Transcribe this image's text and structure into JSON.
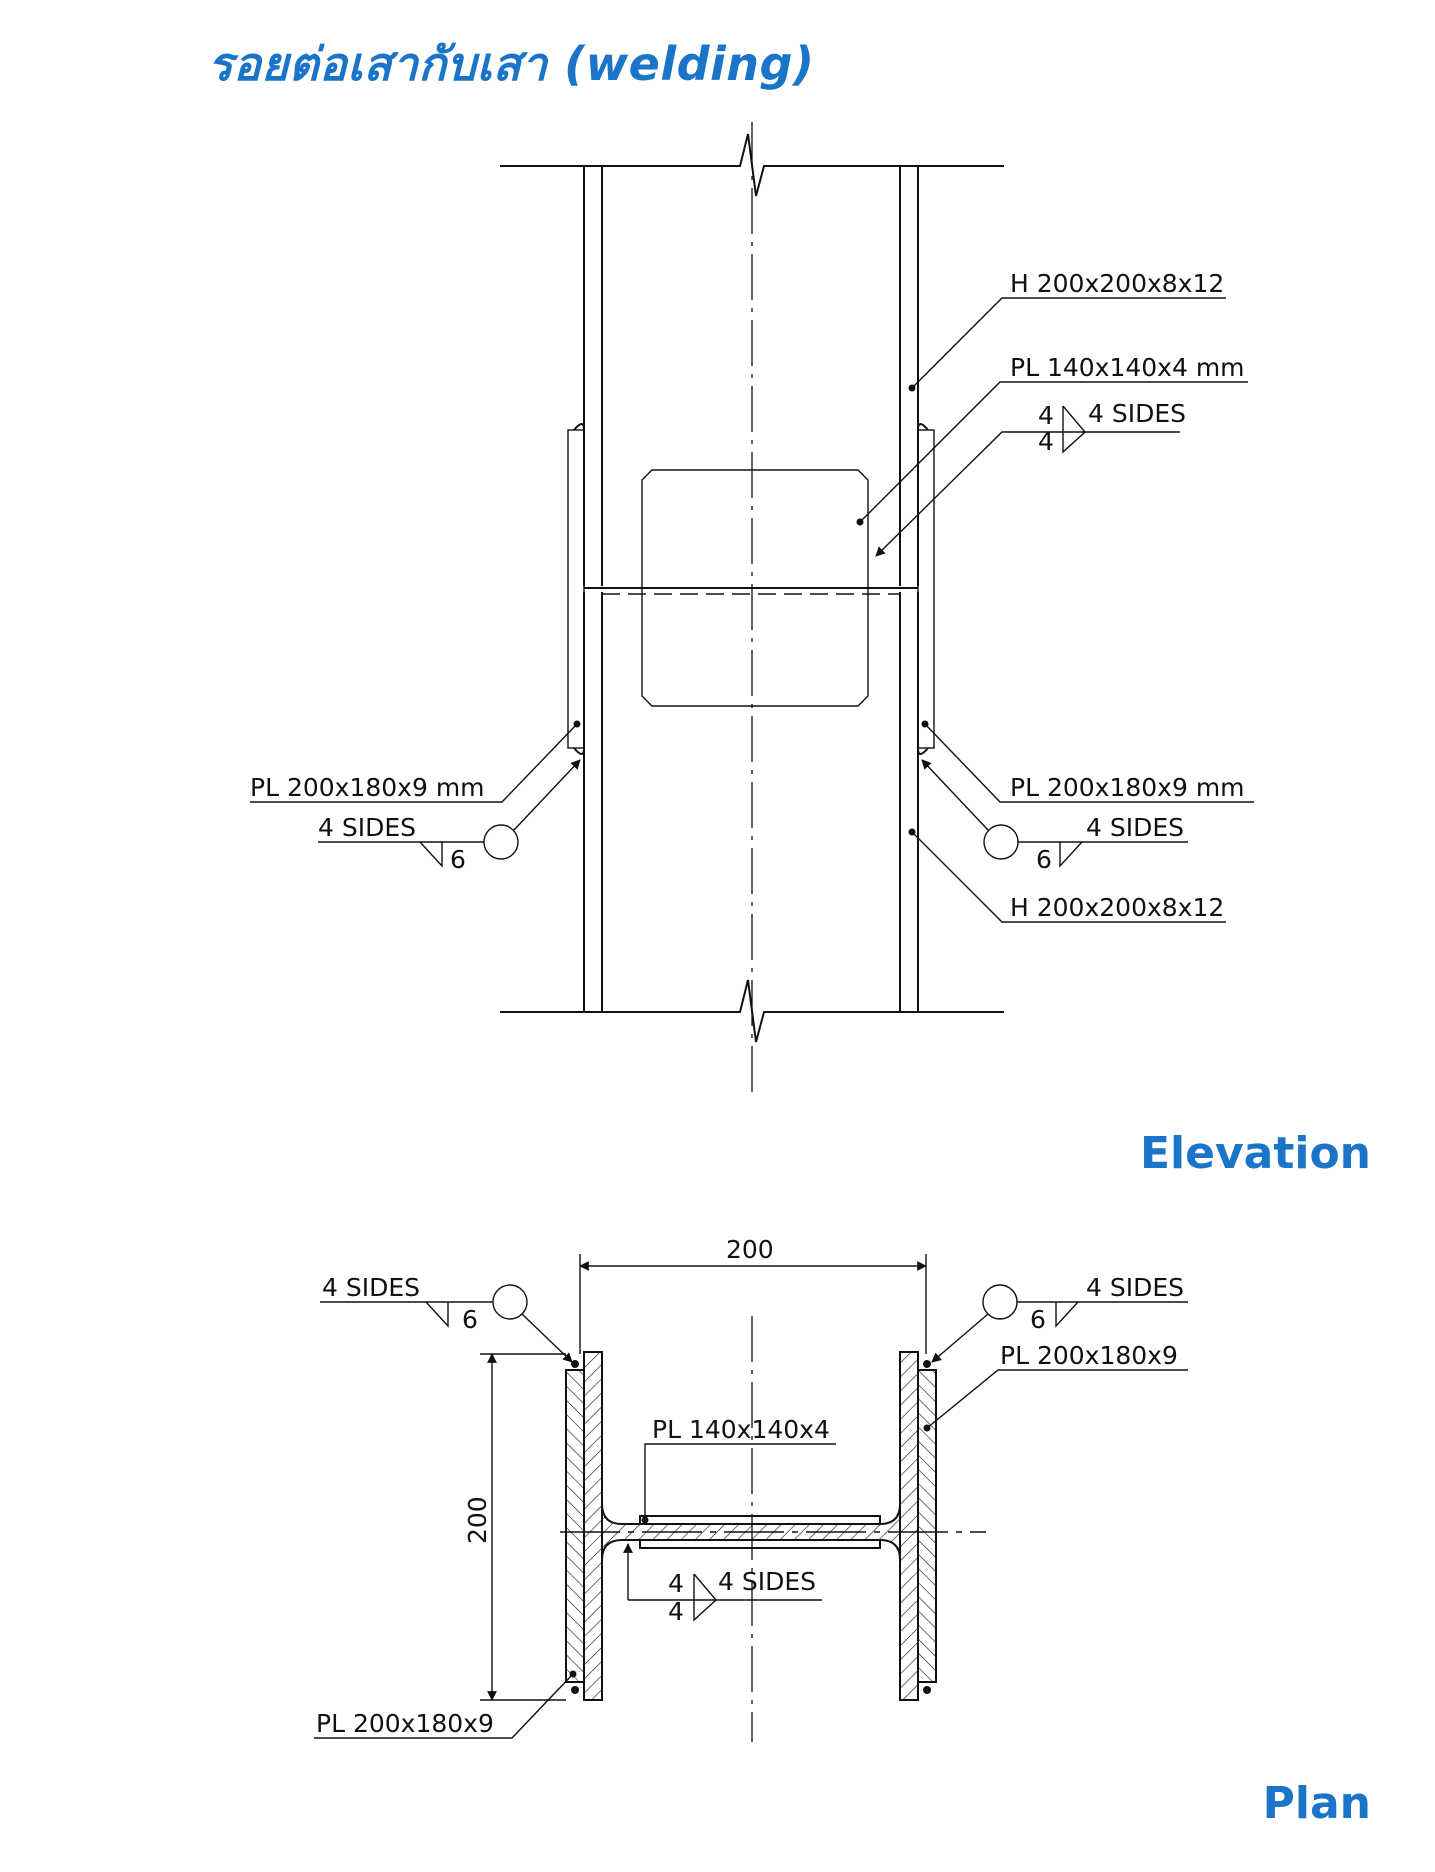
{
  "title": "รอยต่อเสากับเสา (welding)",
  "elevation": {
    "caption": "Elevation",
    "labels": {
      "h_top": "H 200x200x8x12",
      "pl_web": "PL 140x140x4 mm",
      "weld_web_top": "4",
      "weld_web_bottom": "4",
      "weld_web_sides": "4 SIDES",
      "pl_flange_left": "PL 200x180x9 mm",
      "weld_left_sides": "4 SIDES",
      "weld_left_size": "6",
      "pl_flange_right": "PL 200x180x9 mm",
      "weld_right_sides": "4 SIDES",
      "weld_right_size": "6",
      "h_bottom": "H 200x200x8x12"
    }
  },
  "plan": {
    "caption": "Plan",
    "labels": {
      "dim_width": "200",
      "dim_height": "200",
      "weld_left_sides": "4 SIDES",
      "weld_left_size": "6",
      "weld_right_sides": "4 SIDES",
      "weld_right_size": "6",
      "pl_flange_right": "PL 200x180x9",
      "pl_web": "PL 140x140x4",
      "weld_web_top": "4",
      "weld_web_bottom": "4",
      "weld_web_sides": "4 SIDES",
      "pl_flange_left": "PL 200x180x9"
    }
  }
}
